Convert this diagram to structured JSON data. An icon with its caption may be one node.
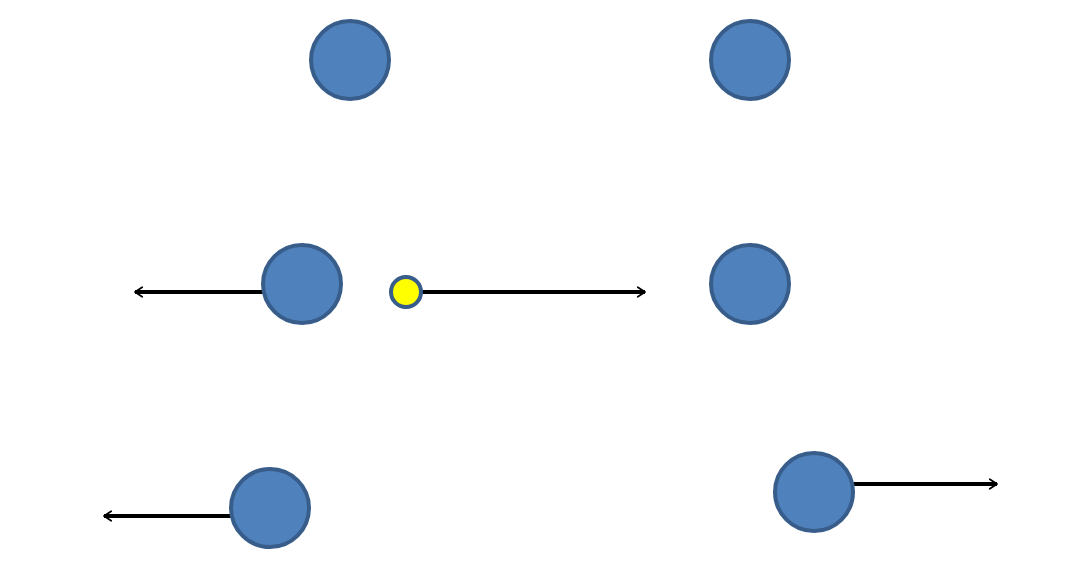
{
  "diagram": {
    "nodes": [
      {
        "text": [],
        "shape": "circle"
      },
      {
        "text": [],
        "shape": "circle"
      },
      {
        "text": [],
        "shape": "circle"
      },
      {
        "text": [],
        "shape": "circle"
      },
      {
        "text": [],
        "shape": "circle"
      },
      {
        "text": [],
        "shape": "circle"
      },
      {
        "text": [],
        "shape": "circle"
      }
    ],
    "edges": [
      {
        "from": 2,
        "to": null,
        "arrow": "to"
      },
      {
        "from": 3,
        "to": null,
        "arrow": "to"
      },
      {
        "from": 5,
        "to": null,
        "arrow": "to"
      },
      {
        "from": 6,
        "to": null,
        "arrow": "to"
      }
    ]
  }
}
